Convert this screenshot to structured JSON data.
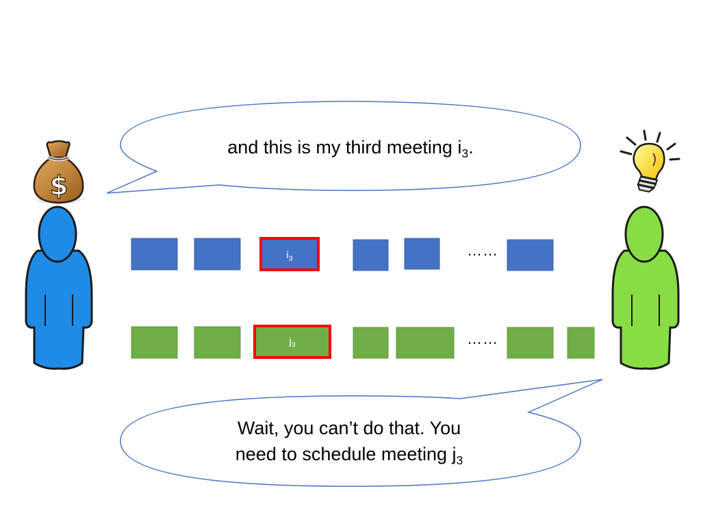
{
  "speech_top": {
    "text": "and this is my third meeting i",
    "subscript": "3",
    "suffix": "."
  },
  "speech_bottom": {
    "line1": "Wait, you can’t do that. You",
    "line2": "need to schedule meeting j",
    "subscript": "3"
  },
  "blue_row": {
    "highlighted_label": "i",
    "highlighted_subscript": "3",
    "ellipsis": "……"
  },
  "green_row": {
    "highlighted_label": "j",
    "highlighted_subscript": "3",
    "ellipsis": "……"
  },
  "icons": {
    "left_person": "blue-person-icon",
    "right_person": "green-person-icon",
    "money_bag": "money-bag-icon",
    "light_bulb": "light-bulb-icon"
  },
  "colors": {
    "blue_box": "#4472C4",
    "green_box": "#70AD47",
    "highlight": "#FF0000",
    "bubble_stroke": "#4472C4",
    "left_person": "#1E8BE6",
    "right_person": "#88DD44"
  }
}
